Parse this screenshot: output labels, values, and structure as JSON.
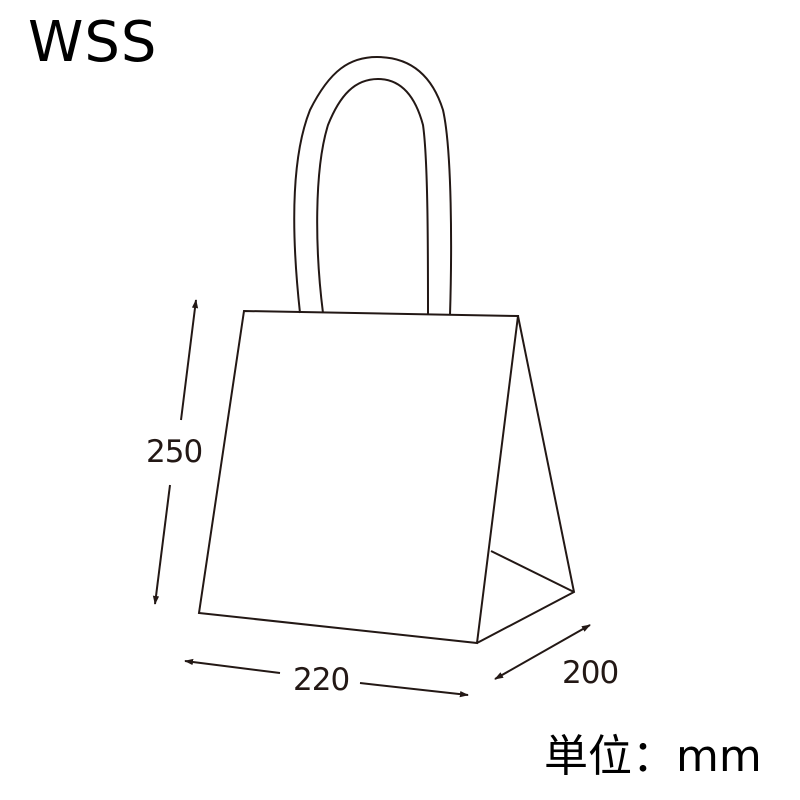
{
  "title": "WSS",
  "diagram": {
    "subject": "paper shopping bag with twisted handle",
    "stroke_color": "#231815",
    "dimensions": {
      "height": {
        "label": "250",
        "axis": "height"
      },
      "width": {
        "label": "220",
        "axis": "width"
      },
      "depth": {
        "label": "200",
        "axis": "gusset depth"
      }
    }
  },
  "unit_label": "単位：mm"
}
